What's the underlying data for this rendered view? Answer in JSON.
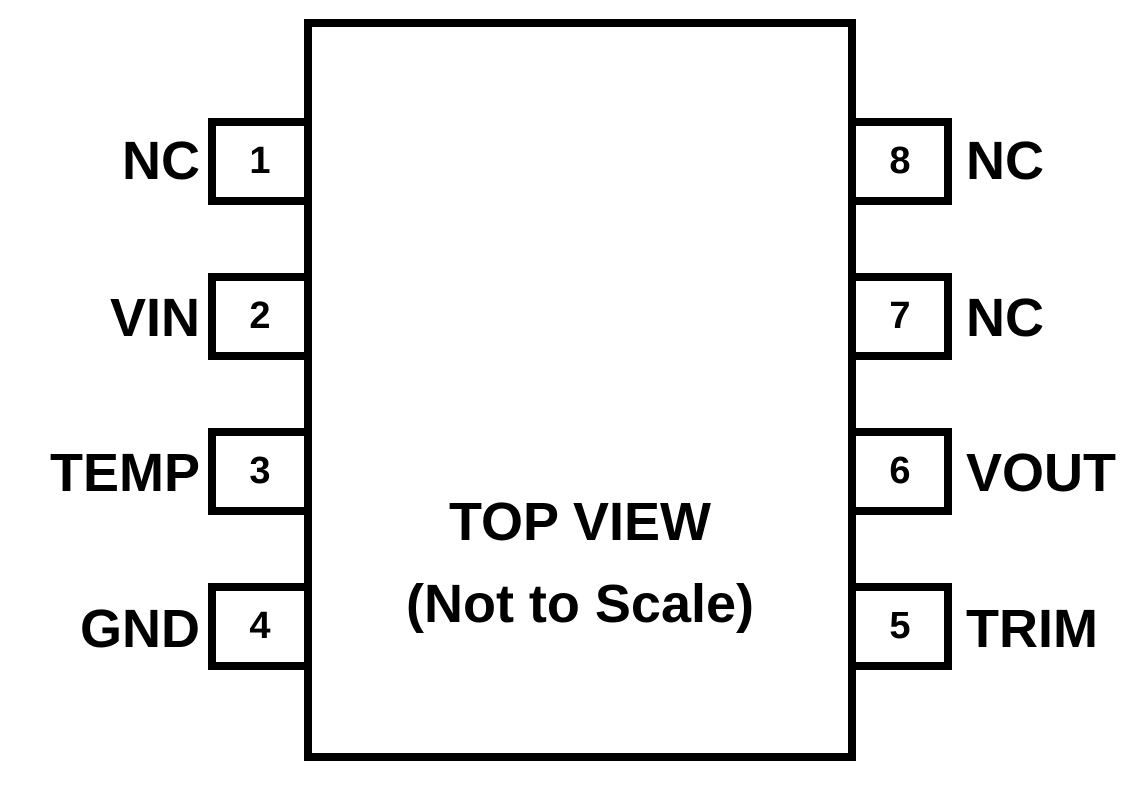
{
  "diagram": {
    "title": "TOP VIEW",
    "note": "(Not to Scale)"
  },
  "pins": {
    "left": [
      {
        "number": "1",
        "name": "NC"
      },
      {
        "number": "2",
        "name": "VIN"
      },
      {
        "number": "3",
        "name": "TEMP"
      },
      {
        "number": "4",
        "name": "GND"
      }
    ],
    "right": [
      {
        "number": "8",
        "name": "NC"
      },
      {
        "number": "7",
        "name": "NC"
      },
      {
        "number": "6",
        "name": "VOUT"
      },
      {
        "number": "5",
        "name": "TRIM"
      }
    ]
  }
}
